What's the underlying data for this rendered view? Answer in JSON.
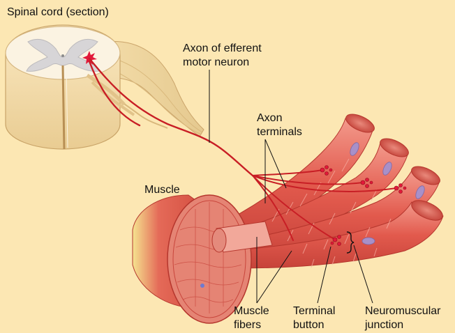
{
  "labels": {
    "spinal_cord": "Spinal cord (section)",
    "axon_efferent_line1": "Axon of efferent",
    "axon_efferent_line2": "motor neuron",
    "axon_terminals_line1": "Axon",
    "axon_terminals_line2": "terminals",
    "muscle": "Muscle",
    "muscle_fibers_line1": "Muscle",
    "muscle_fibers_line2": "fibers",
    "terminal_button_line1": "Terminal",
    "terminal_button_line2": "button",
    "nmj_line1": "Neuromuscular",
    "nmj_line2": "junction"
  },
  "colors": {
    "background": "#fce7b3",
    "spinal_tissue": "#f6deac",
    "gray_matter": "#d7d5d7",
    "axon": "#c81e25",
    "muscle_fiber": "#e0554a",
    "muscle_fiber_light": "#f08a7e",
    "nucleus": "#a890c8",
    "leader_line": "#111111"
  }
}
